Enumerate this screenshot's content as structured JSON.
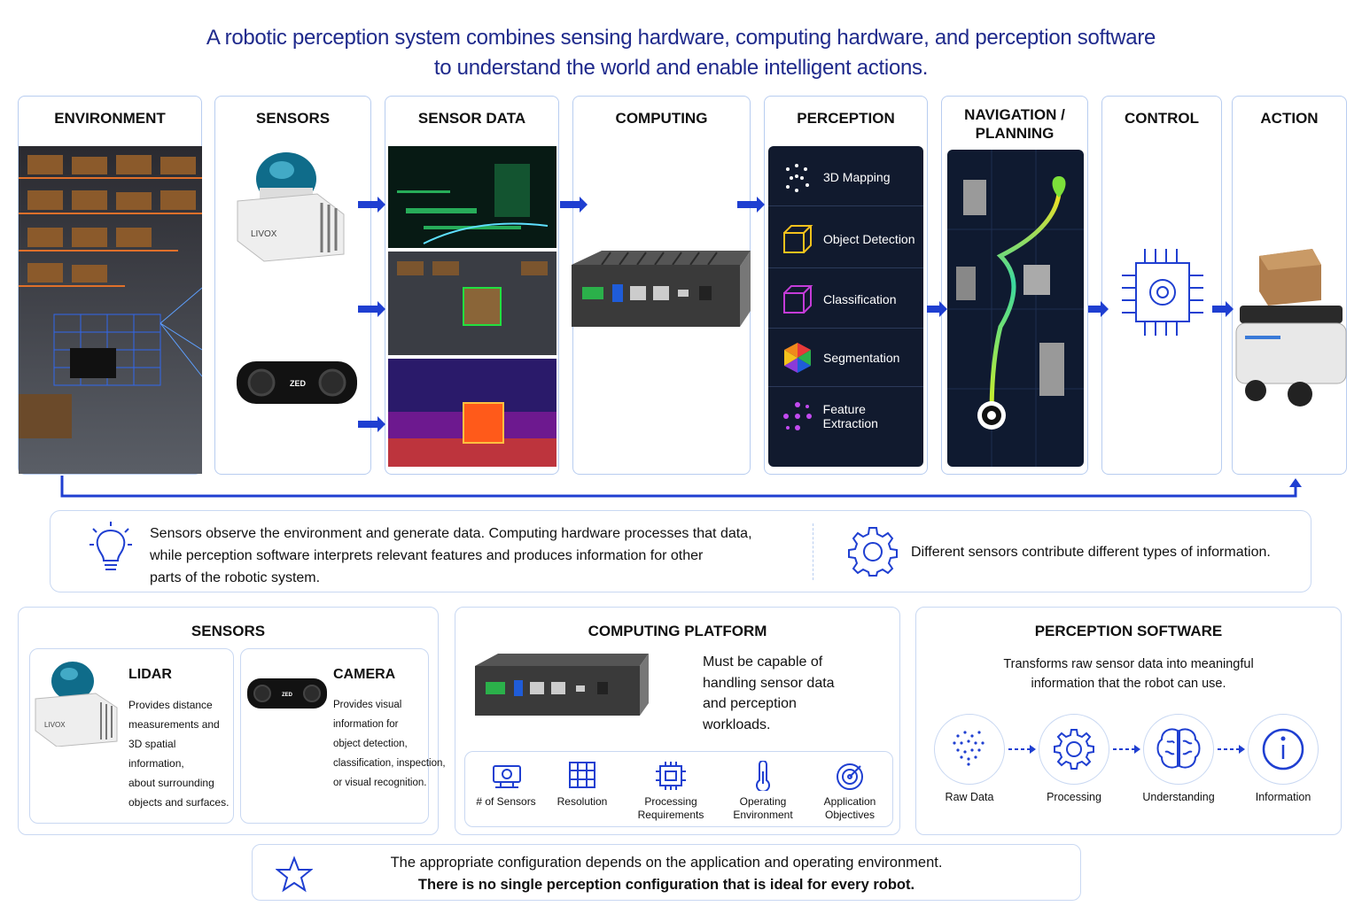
{
  "title": {
    "line1": "A robotic perception system combines sensing hardware, computing hardware, and perception software",
    "line2": "to understand the world and enable intelligent actions."
  },
  "pipeline": {
    "environment": "ENVIRONMENT",
    "sensors": "SENSORS",
    "sensor_data": "SENSOR DATA",
    "computing": "COMPUTING",
    "perception": "PERCEPTION",
    "navigation_1": "NAVIGATION /",
    "navigation_2": "PLANNING",
    "control": "CONTROL",
    "action": "ACTION",
    "lidar_brand": "LIVOX",
    "camera_brand": "ZED",
    "perception_items": [
      "3D Mapping",
      "Object Detection",
      "Classification",
      "Segmentation",
      "Feature Extraction"
    ]
  },
  "info": {
    "line1": "Sensors observe the environment and generate data. Computing hardware processes that data,",
    "line2": "while perception software interprets relevant features and produces information for other",
    "line3": "parts of the robotic system.",
    "right": "Different sensors contribute different types of information."
  },
  "sensors_box": {
    "title": "SENSORS",
    "lidar_title": "LIDAR",
    "lidar_lines": [
      "Provides distance",
      "measurements and",
      "3D spatial information,",
      "about surrounding",
      "objects and surfaces."
    ],
    "camera_title": "CAMERA",
    "camera_lines": [
      "Provides visual",
      "information for",
      "object detection,",
      "classification, inspection,",
      "or visual recognition."
    ]
  },
  "computing_box": {
    "title": "COMPUTING PLATFORM",
    "desc": [
      "Must be capable of",
      "handling sensor data",
      "and perception",
      "workloads."
    ],
    "factors": [
      {
        "label1": "# of Sensors",
        "label2": ""
      },
      {
        "label1": "Resolution",
        "label2": ""
      },
      {
        "label1": "Processing",
        "label2": "Requirements"
      },
      {
        "label1": "Operating",
        "label2": "Environment"
      },
      {
        "label1": "Application",
        "label2": "Objectives"
      }
    ]
  },
  "software_box": {
    "title": "PERCEPTION SOFTWARE",
    "desc1": "Transforms raw sensor data into meaningful",
    "desc2": "information that the robot can use.",
    "steps": [
      "Raw Data",
      "Processing",
      "Understanding",
      "Information"
    ]
  },
  "footer": {
    "line1": "The appropriate configuration depends on the application and operating environment.",
    "line2": "There is no single perception configuration that is ideal for every robot."
  },
  "colors": {
    "accent": "#1f3fd1",
    "title": "#1f2a8c",
    "border": "#b8cdf0"
  }
}
